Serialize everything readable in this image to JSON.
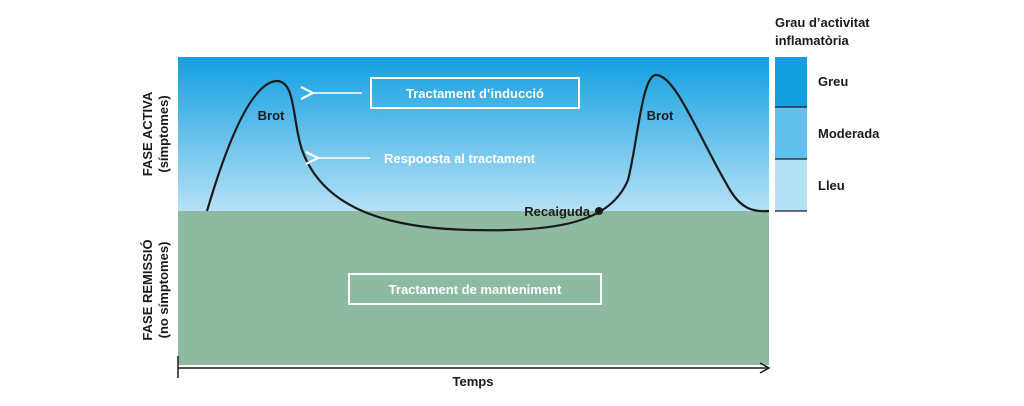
{
  "phases": {
    "active_line1": "FASE ACTIVA",
    "active_line2": "(símptomes)",
    "remission_line1": "FASE REMISSIÓ",
    "remission_line2": "(no símptomes)"
  },
  "axis": {
    "x_label": "Temps"
  },
  "labels": {
    "outbreak_1": "Brot",
    "outbreak_2": "Brot",
    "relapse": "Recaiguda",
    "induction_treatment": "Tractament d’inducció",
    "treatment_response": "Respoosta al tractament",
    "maintenance_treatment": "Tractament de manteniment"
  },
  "legend": {
    "title_line1": "Grau d’activitat",
    "title_line2": "inflamatòria",
    "items": [
      {
        "label": "Greu",
        "color": "#129fe0"
      },
      {
        "label": "Moderada",
        "color": "#62c0ec"
      },
      {
        "label": "Lleu",
        "color": "#b6e1f6"
      }
    ]
  },
  "colors": {
    "active_top": "#129fe0",
    "active_bottom": "#b6e1f6",
    "remission": "#8fbaa2",
    "curve": "#1a1a1a",
    "text_dark": "#1a1a1a",
    "text_light": "#ffffff"
  }
}
